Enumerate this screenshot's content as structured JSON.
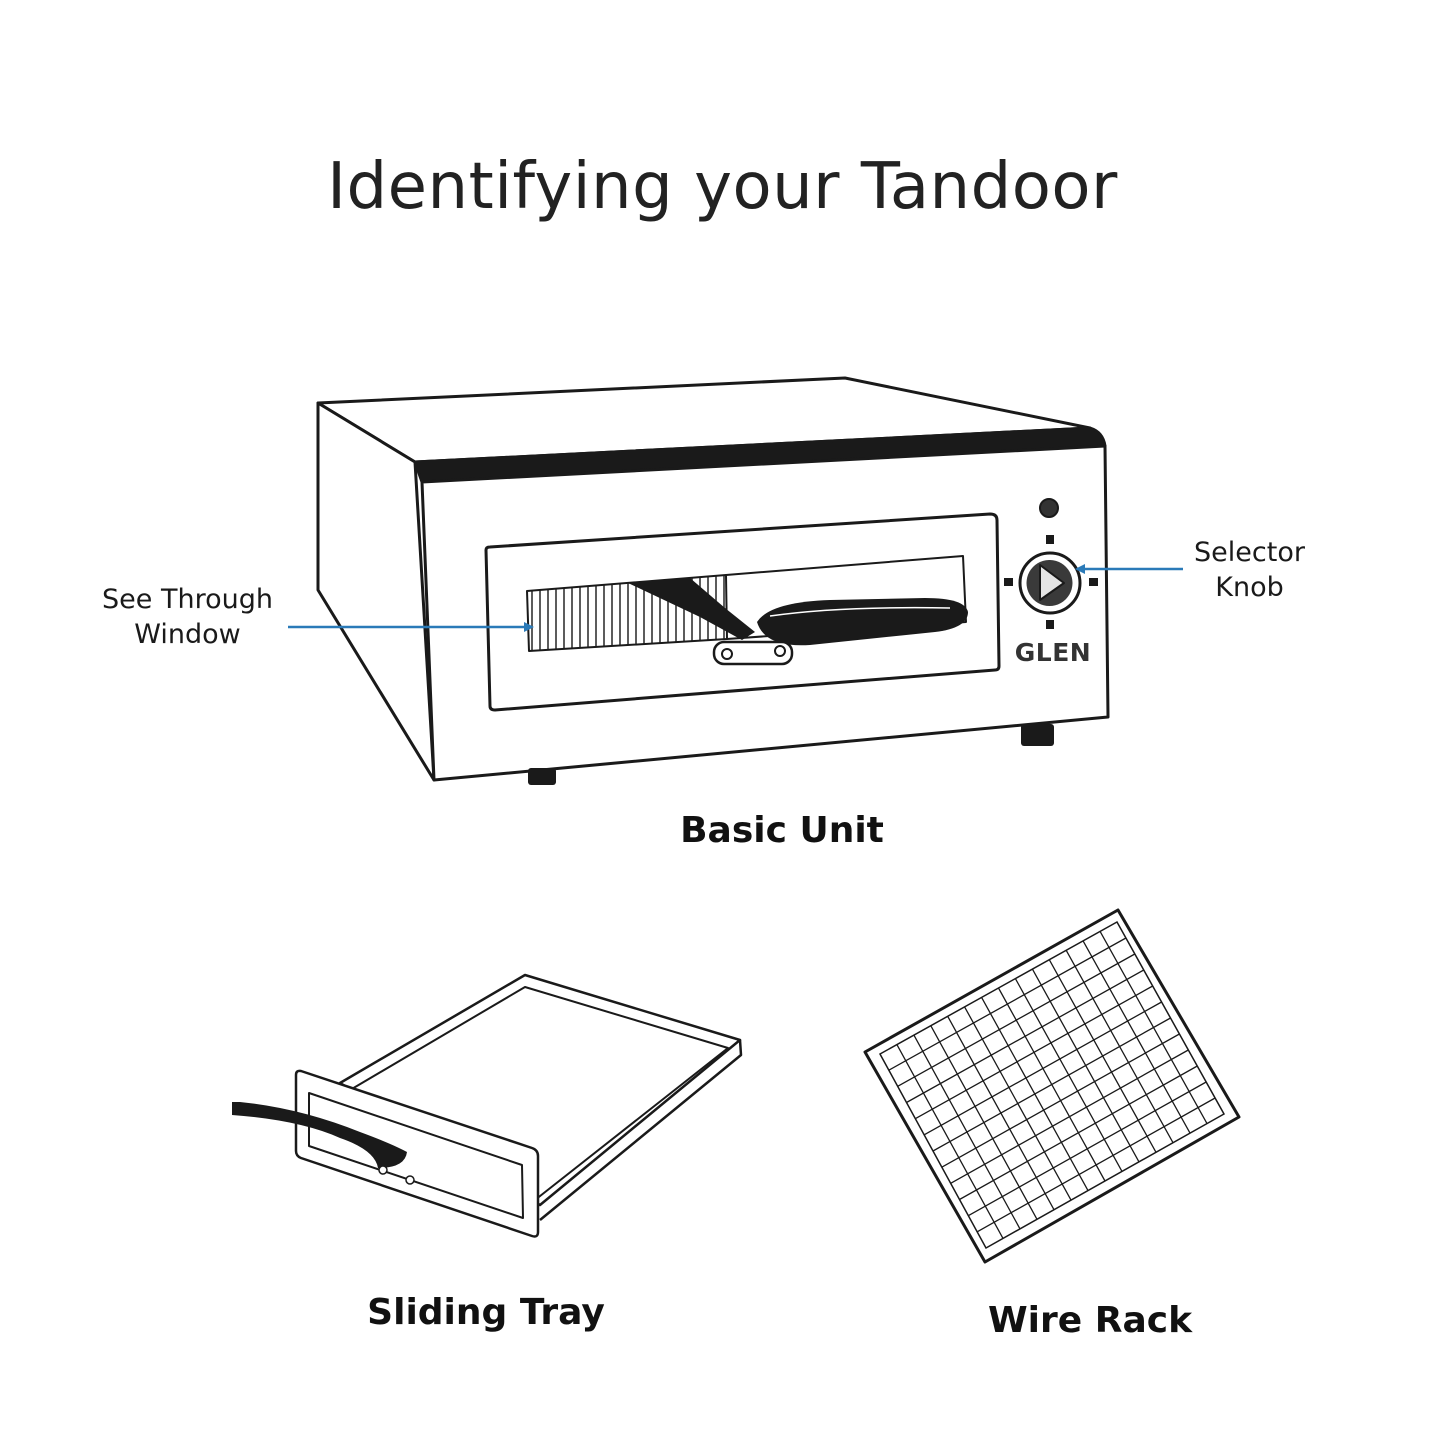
{
  "title": "Identifying your Tandoor",
  "brand": "GLEN",
  "callouts": {
    "window": {
      "line1": "See Through",
      "line2": "Window"
    },
    "knob": {
      "line1": "Selector",
      "line2": "Knob"
    }
  },
  "captions": {
    "basic_unit": "Basic Unit",
    "sliding_tray": "Sliding Tray",
    "wire_rack": "Wire Rack"
  },
  "colors": {
    "arrow": "#2a7ab8",
    "ink": "#1a1a1a"
  }
}
